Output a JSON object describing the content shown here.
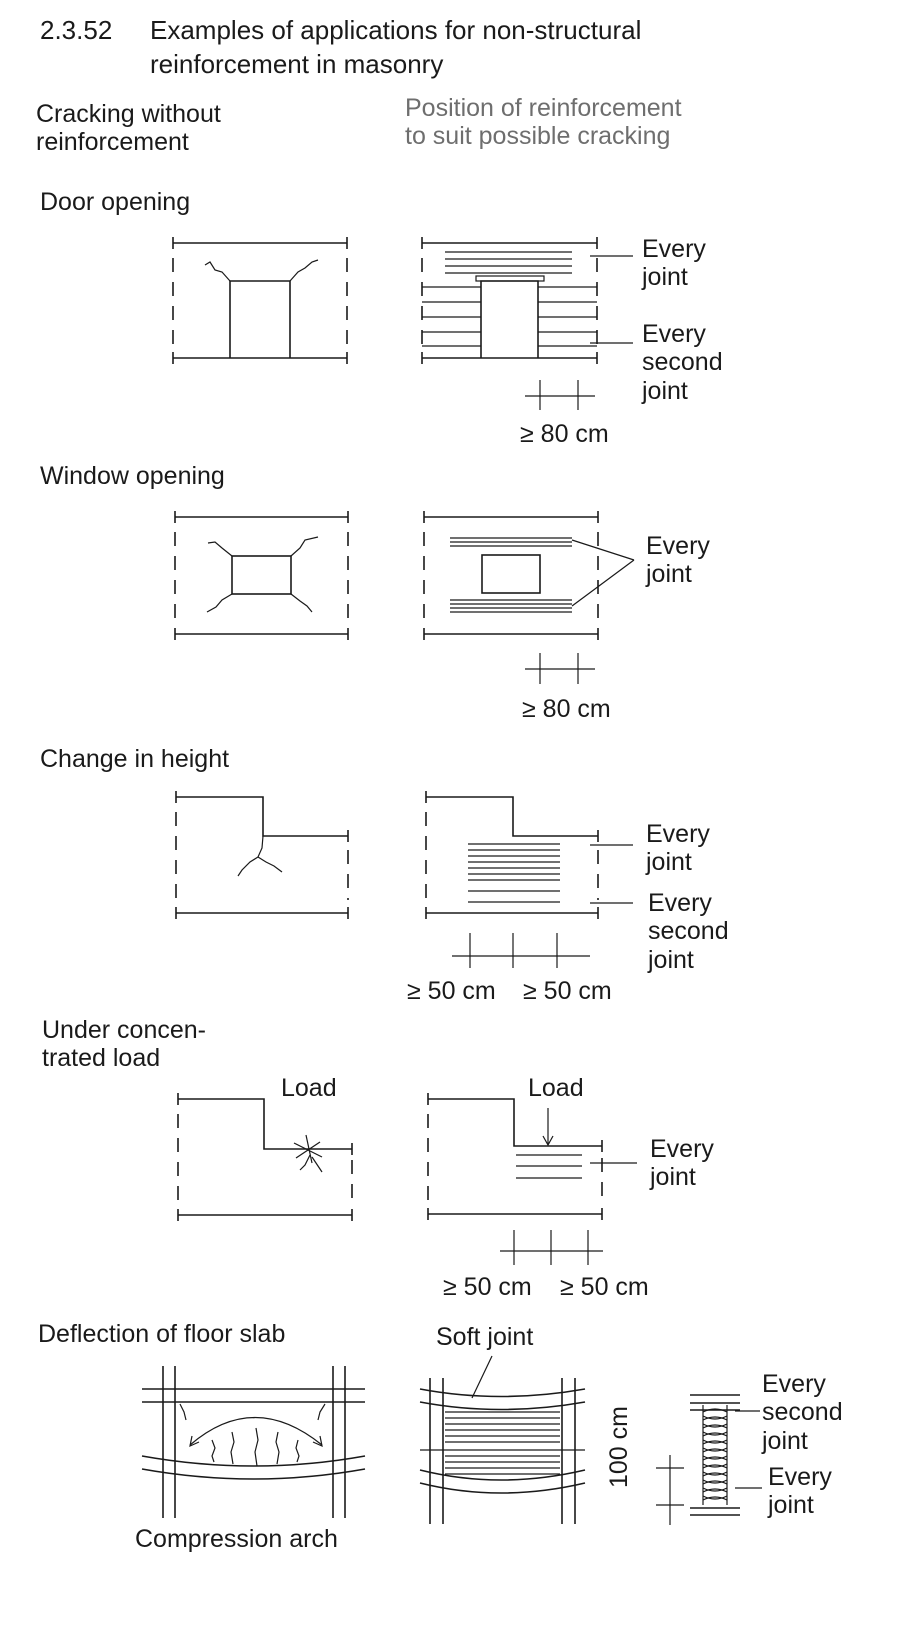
{
  "figure": {
    "number": "2.3.52",
    "title_line1": "Examples of applications for non-structural",
    "title_line2": "reinforcement in masonry"
  },
  "columns": {
    "left_line1": "Cracking without",
    "left_line2": "reinforcement",
    "right_line1": "Position of reinforcement",
    "right_line2": "to suit possible cracking"
  },
  "sections": {
    "door": {
      "title": "Door opening",
      "label_top": [
        "Every",
        "joint"
      ],
      "label_bottom": [
        "Every",
        "second",
        "joint"
      ],
      "dimension": "≥ 80 cm"
    },
    "window": {
      "title": "Window opening",
      "label": [
        "Every",
        "joint"
      ],
      "dimension": "≥ 80 cm"
    },
    "height": {
      "title": "Change in height",
      "label_top": [
        "Every",
        "joint"
      ],
      "label_bottom": [
        "Every",
        "second",
        "joint"
      ],
      "dimension_left": "≥ 50 cm",
      "dimension_right": "≥ 50 cm"
    },
    "load": {
      "title_line1": "Under concen-",
      "title_line2": "trated load",
      "load_left": "Load",
      "load_right": "Load",
      "label": [
        "Every",
        "joint"
      ],
      "dimension_left": "≥ 50 cm",
      "dimension_right": "≥ 50 cm"
    },
    "slab": {
      "title": "Deflection of floor slab",
      "soft_joint": "Soft joint",
      "caption": "Compression arch",
      "height": "100 cm",
      "label_top": [
        "Every",
        "second",
        "joint"
      ],
      "label_bottom": [
        "Every",
        "joint"
      ]
    }
  }
}
